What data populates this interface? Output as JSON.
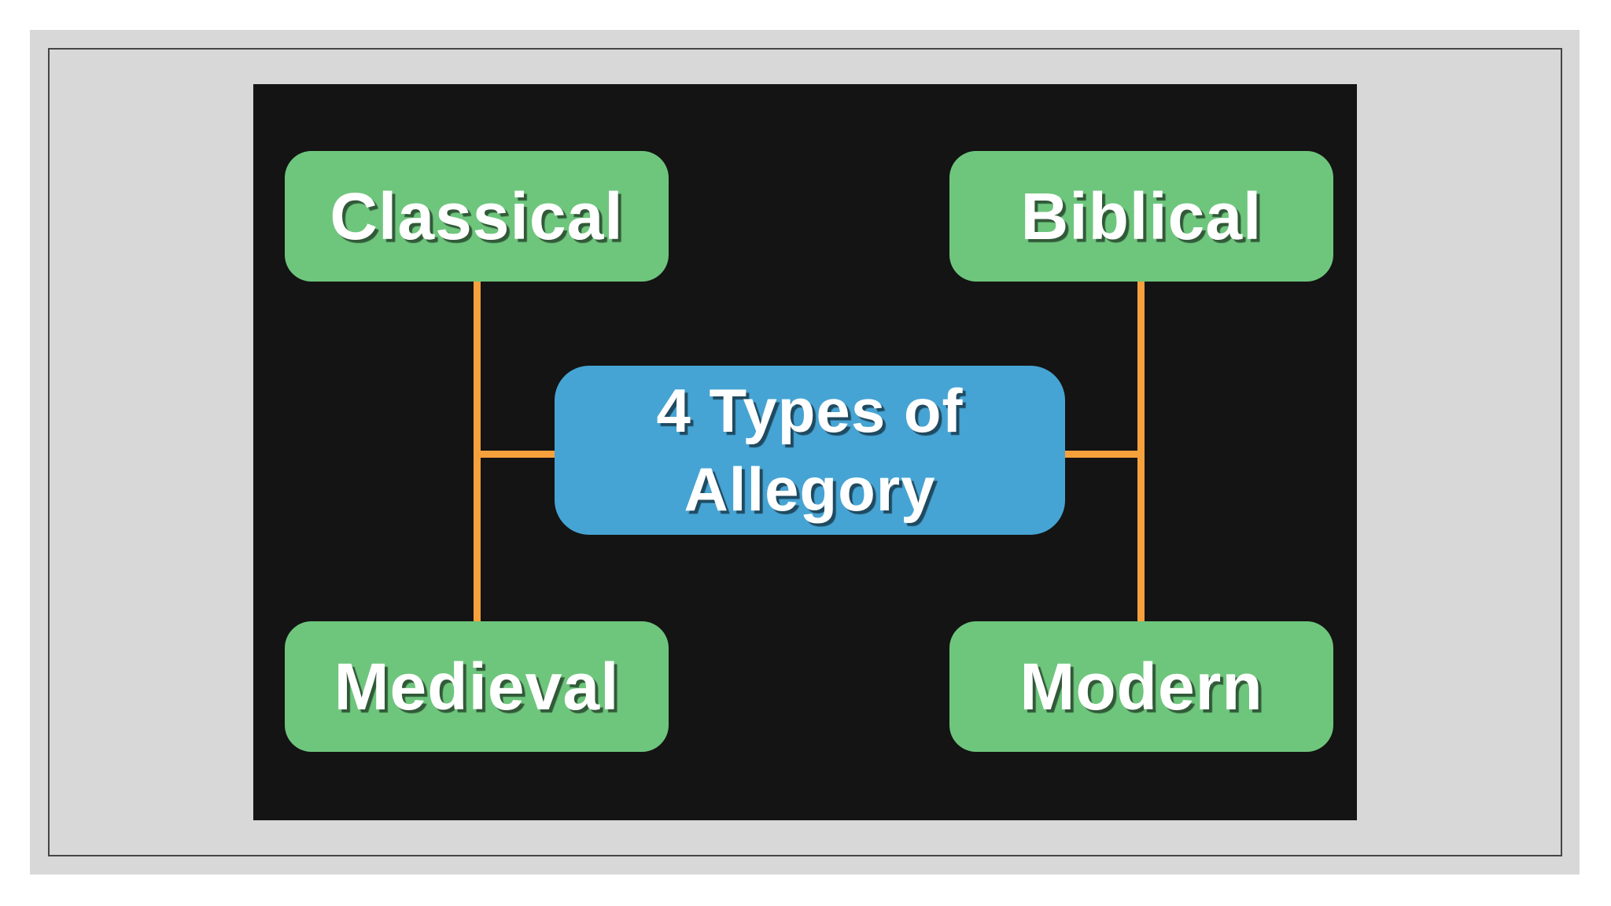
{
  "diagram": {
    "title": "4 Types of Allegory",
    "center": {
      "label": "4 Types of Allegory"
    },
    "nodes": [
      {
        "id": "classical",
        "label": "Classical",
        "position": "top-left"
      },
      {
        "id": "biblical",
        "label": "Biblical",
        "position": "top-right"
      },
      {
        "id": "medieval",
        "label": "Medieval",
        "position": "bottom-left"
      },
      {
        "id": "modern",
        "label": "Modern",
        "position": "bottom-right"
      }
    ],
    "connectors": [
      {
        "from": "classical",
        "to": "center"
      },
      {
        "from": "biblical",
        "to": "center"
      },
      {
        "from": "medieval",
        "to": "center"
      },
      {
        "from": "modern",
        "to": "center"
      }
    ],
    "colors": {
      "node_fill": "#6ec67d",
      "center_fill": "#46a4d4",
      "connector": "#f7a13c",
      "canvas_bg": "#141414",
      "panel_bg": "#d8d8d8",
      "frame_border": "#454545",
      "text": "#ffffff"
    }
  }
}
